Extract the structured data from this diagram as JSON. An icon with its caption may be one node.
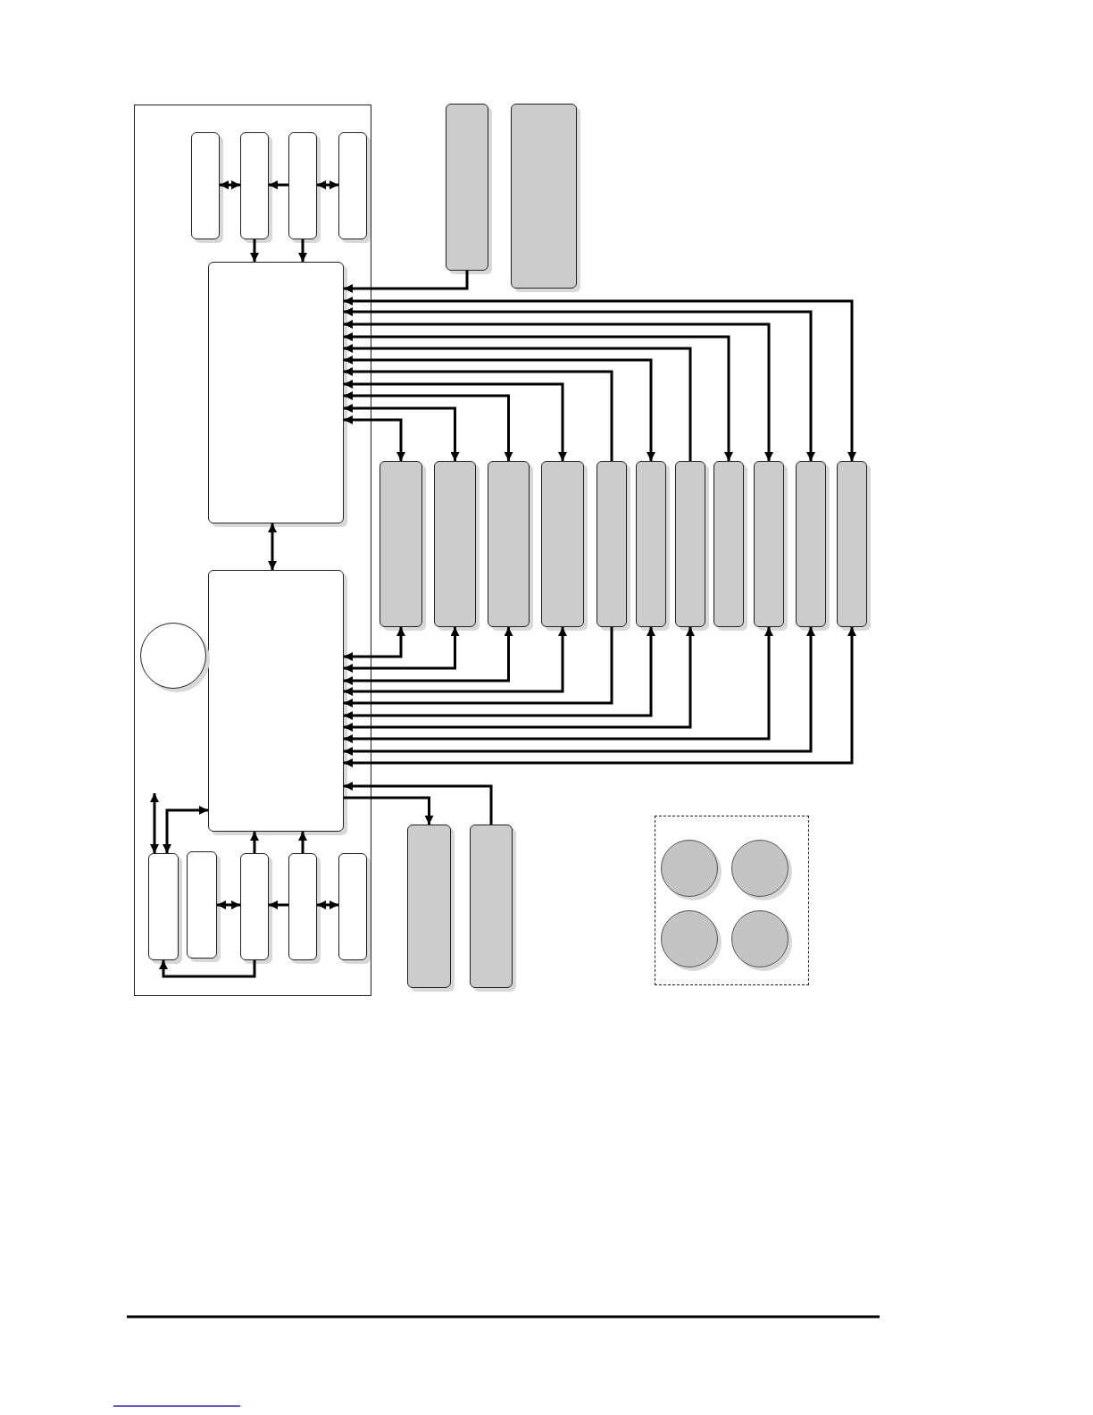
{
  "diagram": {
    "nodes": [
      {
        "text": [],
        "shape": "box"
      },
      {
        "text": [],
        "shape": "box",
        "in": 0
      },
      {
        "text": [],
        "shape": "box",
        "in": 0
      },
      {
        "text": [],
        "shape": "box",
        "in": 0
      },
      {
        "text": [],
        "shape": "box",
        "in": 0
      },
      {
        "text": [],
        "shape": "box",
        "in": 0
      },
      {
        "text": [],
        "shape": "box",
        "in": 0
      },
      {
        "text": [],
        "shape": "circle",
        "in": 0
      },
      {
        "text": [],
        "shape": "box",
        "in": 0
      },
      {
        "text": [],
        "shape": "box",
        "in": 0
      },
      {
        "text": [],
        "shape": "box",
        "in": 0
      },
      {
        "text": [],
        "shape": "box",
        "in": 0
      },
      {
        "text": [],
        "shape": "box",
        "in": 0
      },
      {
        "text": [],
        "shape": "box"
      },
      {
        "text": [],
        "shape": "box"
      },
      {
        "text": [],
        "shape": "box"
      },
      {
        "text": [],
        "shape": "box"
      },
      {
        "text": [],
        "shape": "box"
      },
      {
        "text": [],
        "shape": "box"
      },
      {
        "text": [],
        "shape": "box"
      },
      {
        "text": [],
        "shape": "box"
      },
      {
        "text": [],
        "shape": "box"
      },
      {
        "text": [],
        "shape": "box"
      },
      {
        "text": [],
        "shape": "box"
      },
      {
        "text": [],
        "shape": "box"
      },
      {
        "text": [],
        "shape": "box"
      },
      {
        "text": [],
        "shape": "box"
      },
      {
        "text": [],
        "shape": "box"
      },
      {
        "text": [],
        "shape": "box"
      },
      {
        "text": [],
        "shape": "circle",
        "in": 28
      },
      {
        "text": [],
        "shape": "circle",
        "in": 28
      },
      {
        "text": [],
        "shape": "circle",
        "in": 28
      },
      {
        "text": [],
        "shape": "circle",
        "in": 28
      }
    ],
    "edges": [
      {
        "from": 1,
        "to": 2,
        "arrow": "both"
      },
      {
        "from": 3,
        "to": 2,
        "arrow": "to"
      },
      {
        "from": 3,
        "to": 4,
        "arrow": "both"
      },
      {
        "from": 2,
        "to": 5,
        "arrow": "to"
      },
      {
        "from": 3,
        "to": 5,
        "arrow": "to"
      },
      {
        "from": 5,
        "to": 6,
        "arrow": "both"
      },
      {
        "from": 13,
        "to": 5,
        "arrow": "to"
      },
      {
        "from": 5,
        "to": 15,
        "arrow": "both"
      },
      {
        "from": 5,
        "to": 16,
        "arrow": "both"
      },
      {
        "from": 5,
        "to": 17,
        "arrow": "both"
      },
      {
        "from": 5,
        "to": 18,
        "arrow": "both"
      },
      {
        "from": 19,
        "to": 5,
        "arrow": "to"
      },
      {
        "from": 5,
        "to": 20,
        "arrow": "both"
      },
      {
        "from": 21,
        "to": 5,
        "arrow": "to"
      },
      {
        "from": 5,
        "to": 22,
        "arrow": "both"
      },
      {
        "from": 5,
        "to": 23,
        "arrow": "both"
      },
      {
        "from": 5,
        "to": 24,
        "arrow": "both"
      },
      {
        "from": 5,
        "to": 25,
        "arrow": "both"
      },
      {
        "from": 15,
        "to": 6,
        "arrow": "both"
      },
      {
        "from": 16,
        "to": 6,
        "arrow": "both"
      },
      {
        "from": 17,
        "to": 6,
        "arrow": "both"
      },
      {
        "from": 18,
        "to": 6,
        "arrow": "both"
      },
      {
        "from": 19,
        "to": 6,
        "arrow": "to"
      },
      {
        "from": 20,
        "to": 6,
        "arrow": "both"
      },
      {
        "from": 21,
        "to": 6,
        "arrow": "both"
      },
      {
        "from": 23,
        "to": 6,
        "arrow": "both"
      },
      {
        "from": 24,
        "to": 6,
        "arrow": "both"
      },
      {
        "from": 25,
        "to": 6,
        "arrow": "both"
      },
      {
        "from": 27,
        "to": 6,
        "arrow": "to"
      },
      {
        "from": 6,
        "to": 26,
        "arrow": "to"
      },
      {
        "from": 10,
        "to": 6,
        "arrow": "to"
      },
      {
        "from": 11,
        "to": 6,
        "arrow": "to"
      },
      {
        "from": 9,
        "to": 10,
        "arrow": "both"
      },
      {
        "from": 11,
        "to": 10,
        "arrow": "to"
      },
      {
        "from": 11,
        "to": 12,
        "arrow": "both"
      },
      {
        "from": 10,
        "to": 8,
        "arrow": "to"
      },
      {
        "from": null,
        "to": 8,
        "arrow": "both"
      },
      {
        "from": 8,
        "to": 6,
        "arrow": "both"
      }
    ]
  }
}
